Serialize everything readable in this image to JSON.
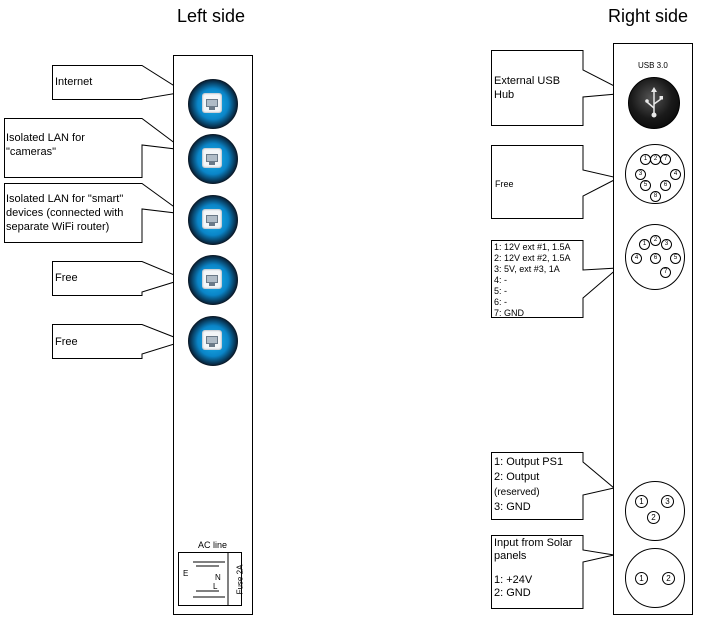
{
  "titles": {
    "left": "Left side",
    "right": "Right side"
  },
  "left_callouts": [
    {
      "lines": [
        "Internet"
      ]
    },
    {
      "lines": [
        "Isolated LAN for",
        "\"cameras\""
      ]
    },
    {
      "lines": [
        "Isolated LAN for \"smart\"",
        "devices (connected with",
        "separate WiFi router)"
      ]
    },
    {
      "lines": [
        "Free"
      ]
    },
    {
      "lines": [
        "Free"
      ]
    }
  ],
  "ac_block": {
    "label": "AC line",
    "e": "E",
    "n": "N",
    "l": "L",
    "fuse": "Fuse 2A"
  },
  "right_callouts": {
    "usb": {
      "lines": [
        "External USB",
        "Hub"
      ],
      "port_label": "USB 3.0"
    },
    "din8": {
      "lines": [
        "Free"
      ],
      "pins": [
        "1",
        "2",
        "3",
        "4",
        "5",
        "6",
        "7",
        "8"
      ]
    },
    "din7": {
      "lines": [
        "1: 12V ext #1, 1.5A",
        "2: 12V ext #2, 1.5A",
        "3: 5V, ext #3, 1A",
        "4: -",
        "5: -",
        "6: -",
        "7: GND"
      ],
      "pins": [
        "1",
        "2",
        "3",
        "4",
        "5",
        "6",
        "7"
      ]
    },
    "xlr3": {
      "lines": [
        "1: Output PS1",
        "2: Output",
        "(reserved)",
        "3: GND"
      ],
      "pins": [
        "1",
        "2",
        "3"
      ]
    },
    "xlr2": {
      "lines": [
        "Input from Solar",
        "panels",
        "",
        "1: +24V",
        "2: GND"
      ],
      "pins": [
        "1",
        "2"
      ]
    }
  }
}
